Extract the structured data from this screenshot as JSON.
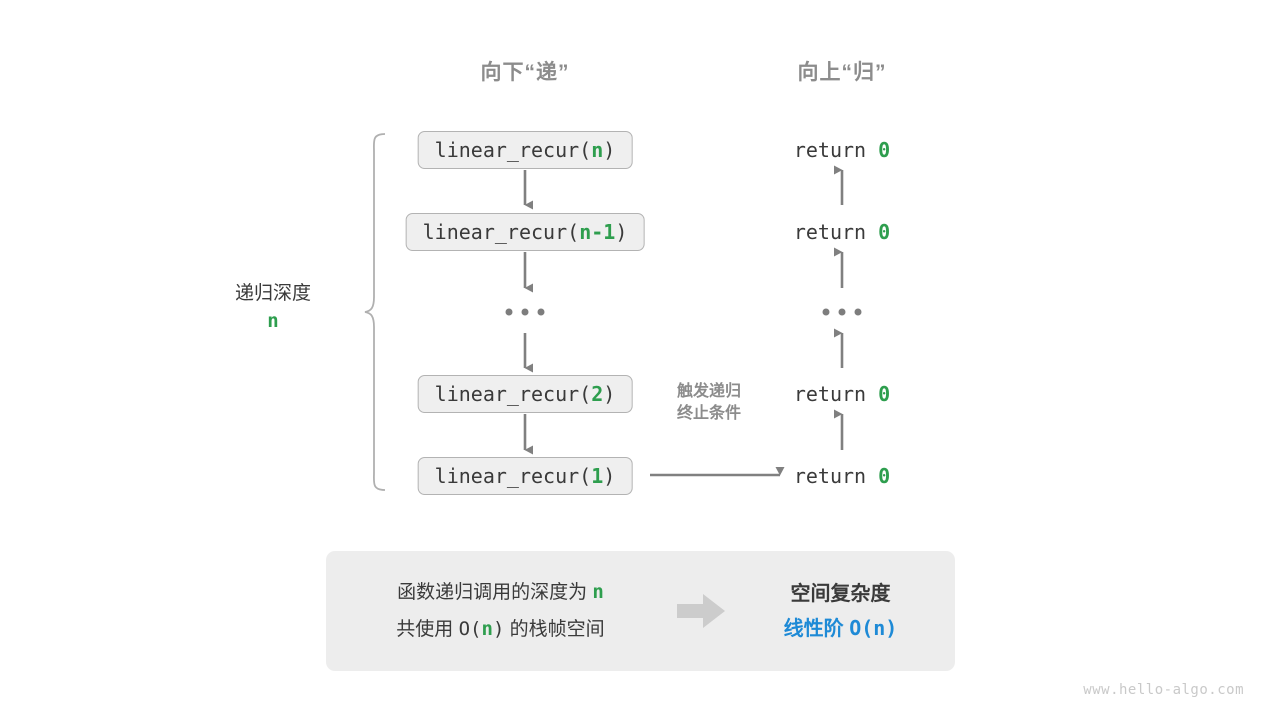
{
  "headers": {
    "down": "向下“递”",
    "up": "向上“归”"
  },
  "colors": {
    "accent_green": "#2e9e4e",
    "accent_blue": "#1e8ad6",
    "text": "#3a3a3a",
    "muted": "#8c8c8c",
    "box_fill": "#efefef",
    "box_border": "#b3b3b3",
    "panel_fill": "#ededed",
    "arrow": "#808080",
    "watermark": "#c9c9c9"
  },
  "call_stack": [
    {
      "func": "linear_recur(",
      "arg": "n",
      "close": ")"
    },
    {
      "func": "linear_recur(",
      "arg": "n-1",
      "close": ")"
    },
    {
      "func": "linear_recur(",
      "arg": "2",
      "close": ")"
    },
    {
      "func": "linear_recur(",
      "arg": "1",
      "close": ")"
    }
  ],
  "returns": [
    {
      "keyword": "return",
      "value": "0"
    },
    {
      "keyword": "return",
      "value": "0"
    },
    {
      "keyword": "return",
      "value": "0"
    },
    {
      "keyword": "return",
      "value": "0"
    }
  ],
  "depth": {
    "label": "递归深度",
    "value": "n"
  },
  "trigger_note": {
    "line1": "触发递归",
    "line2": "终止条件"
  },
  "summary": {
    "left_line1_prefix": "函数递归调用的深度为",
    "left_line1_value": "n",
    "left_line2_prefix": "共使用",
    "left_line2_value": "O(n)",
    "left_line2_suffix": "的栈帧空间",
    "arrow_icon": "right-block-arrow-icon",
    "right_title": "空间复杂度",
    "right_value_label": "线性阶",
    "right_value_notation": "O(n)"
  },
  "watermark": "www.hello-algo.com"
}
